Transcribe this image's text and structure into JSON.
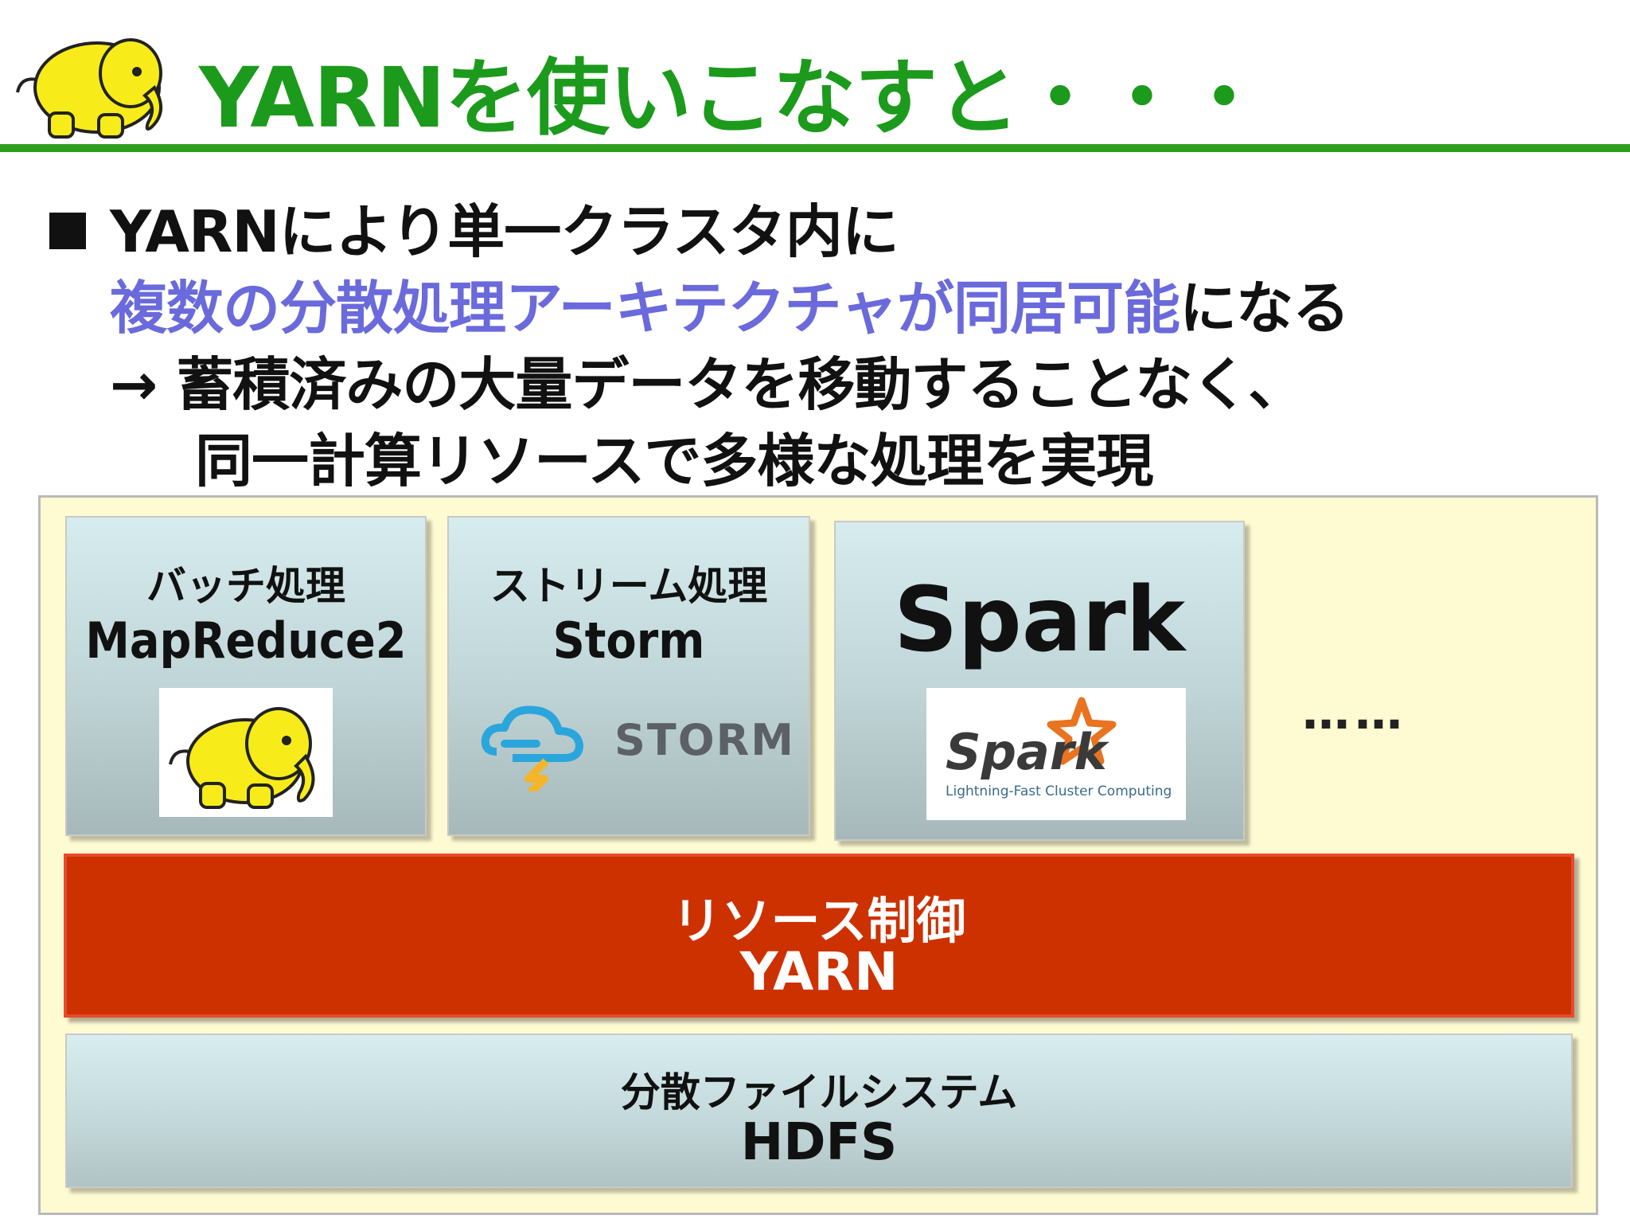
{
  "title": "YARNを使いこなすと・・・",
  "bullets": {
    "line1": "YARNにより単一クラスタ内に",
    "line2_highlight": "複数の分散処理アーキテクチャが同居可能",
    "line2_rest": "になる",
    "line3": "→ 蓄積済みの大量データを移動することなく、",
    "line4": "同一計算リソースで多様な処理を実現"
  },
  "frameworks": [
    {
      "category": "バッチ処理",
      "name": "MapReduce2",
      "logo": "hadoop-elephant-icon"
    },
    {
      "category": "ストリーム処理",
      "name": "Storm",
      "logo": "storm-logo",
      "logo_text": "STORM"
    },
    {
      "name": "Spark",
      "logo": "spark-logo",
      "logo_text": "Spark",
      "logo_tagline": "Lightning-Fast Cluster Computing"
    }
  ],
  "ellipsis": "……",
  "resource_layer": {
    "label": "リソース制御",
    "name": "YARN"
  },
  "storage_layer": {
    "label": "分散ファイルシステム",
    "name": "HDFS"
  },
  "colors": {
    "title": "#1c9a1c",
    "highlight": "#6a6adc",
    "yarn_fill": "#cd3100",
    "panel_bg": "#fefad2"
  }
}
